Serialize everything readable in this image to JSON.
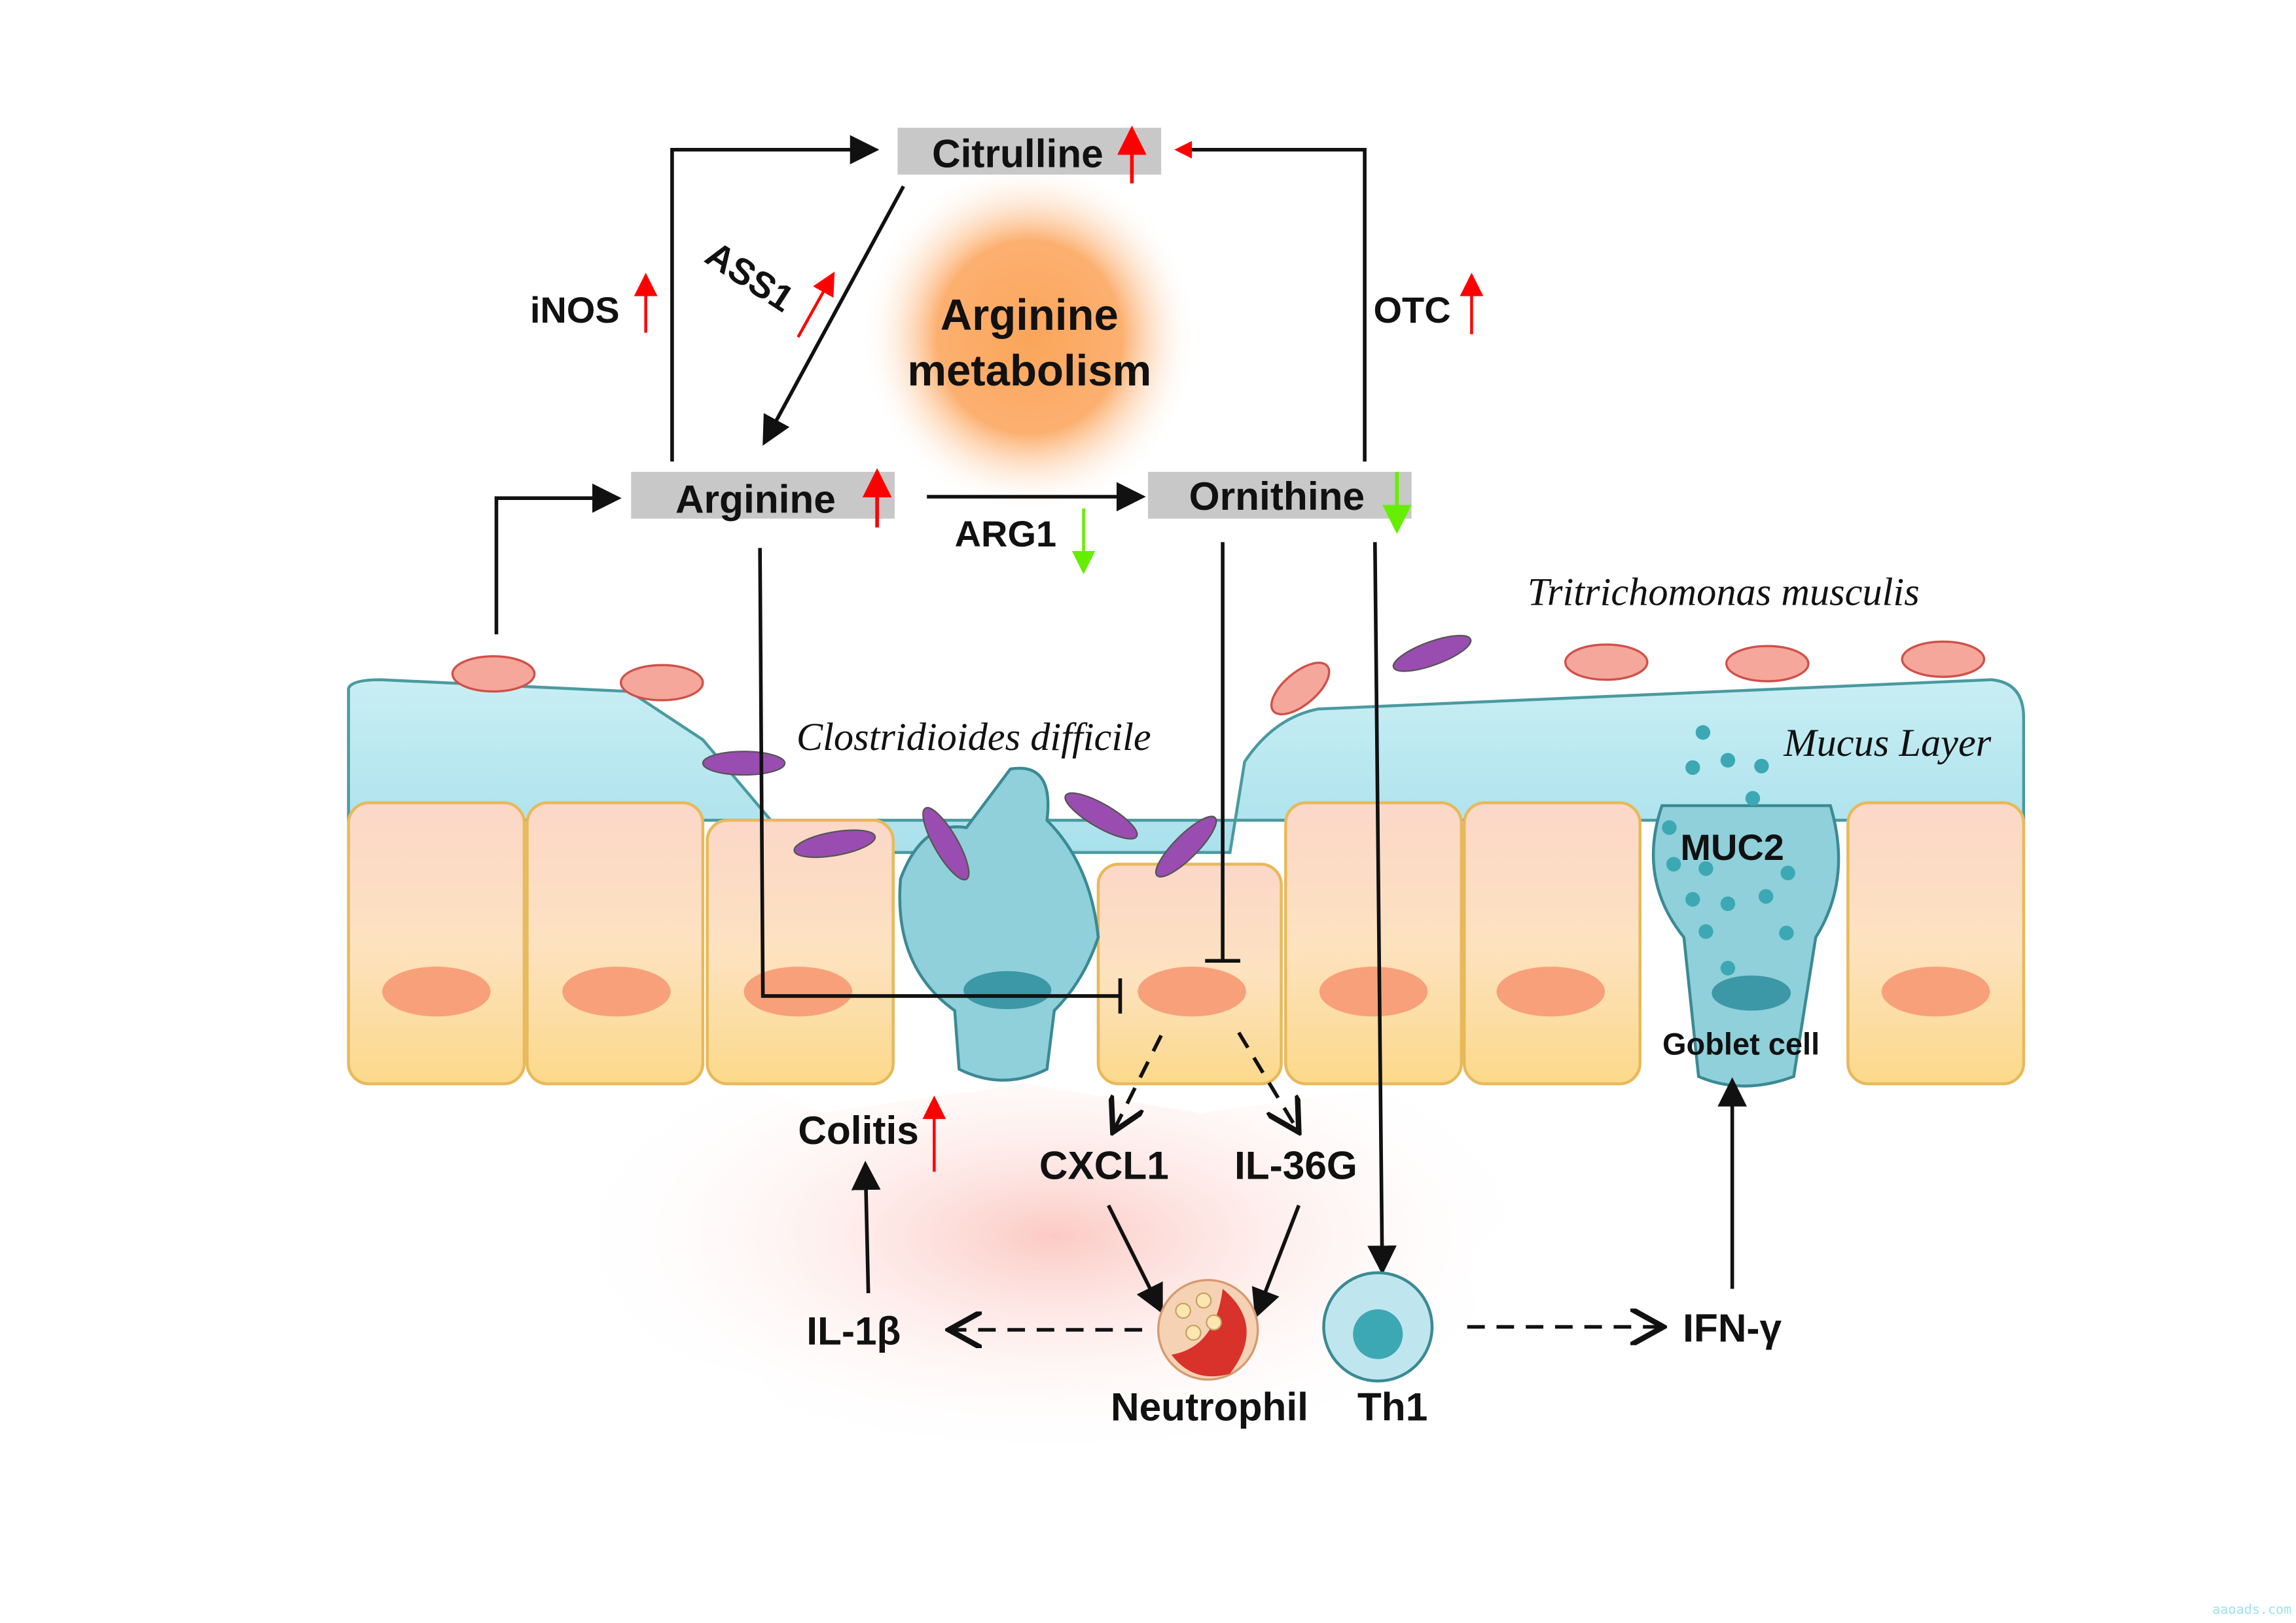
{
  "metabolites": {
    "citrulline": "Citrulline",
    "arginine": "Arginine",
    "ornithine": "Ornithine"
  },
  "center_label": {
    "line1": "Arginine",
    "line2": "metabolism"
  },
  "enzymes": {
    "inos": "iNOS",
    "ass1": "ASS1",
    "otc": "OTC",
    "arg1": "ARG1"
  },
  "organisms": {
    "tritrichomonas": "Tritrichomonas musculis",
    "clostridioides": "Clostridioides difficile"
  },
  "tissue": {
    "mucus": "Mucus Layer",
    "muc2": "MUC2",
    "goblet": "Goblet cell"
  },
  "cytokines": {
    "colitis": "Colitis",
    "cxcl1": "CXCL1",
    "il36g": "IL-36G",
    "il1b": "IL-1β",
    "ifng": "IFN-γ"
  },
  "cells": {
    "neutrophil": "Neutrophil",
    "th1": "Th1"
  },
  "watermark": "aaoads.com",
  "colors": {
    "up": "#ff0000",
    "down": "#66ee00",
    "box": "#c8c8c8",
    "mucus": "#b9e8f0",
    "epithelium": "#fbd9a0",
    "glow": "#fba55a"
  }
}
